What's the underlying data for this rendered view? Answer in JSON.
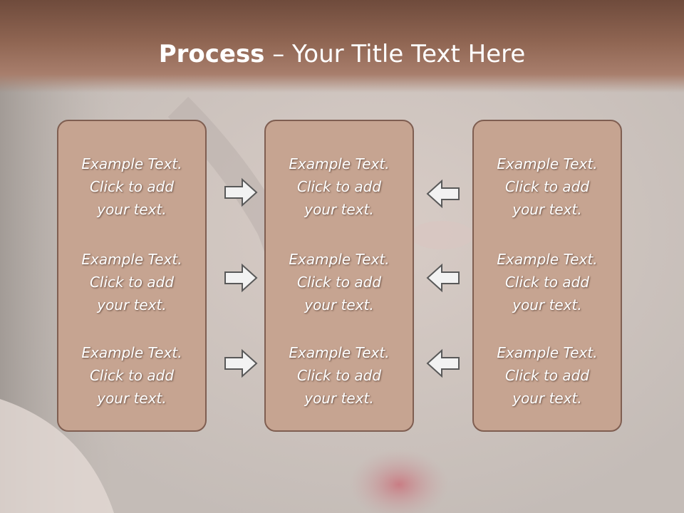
{
  "slide": {
    "title_bold": "Process",
    "title_rest": " – Your Title Text Here",
    "colors": {
      "title_band": "#8f6552",
      "box_fill": "#c6a491",
      "box_border": "#7f5e51",
      "arrow_fill": "#f2f2f2",
      "arrow_stroke": "#595959",
      "text": "#ffffff"
    },
    "columns": [
      {
        "items": [
          {
            "line1": "Example Text.",
            "line2": "Click  to add",
            "line3": "your text."
          },
          {
            "line1": "Example Text.",
            "line2": "Click  to add",
            "line3": "your text."
          },
          {
            "line1": "Example Text.",
            "line2": "Click  to add",
            "line3": "your text."
          }
        ]
      },
      {
        "items": [
          {
            "line1": "Example Text.",
            "line2": "Click  to add",
            "line3": "your text."
          },
          {
            "line1": "Example Text.",
            "line2": "Click  to add",
            "line3": "your text."
          },
          {
            "line1": "Example Text.",
            "line2": "Click  to add",
            "line3": "your text."
          }
        ]
      },
      {
        "items": [
          {
            "line1": "Example Text.",
            "line2": "Click  to add",
            "line3": "your text."
          },
          {
            "line1": "Example Text.",
            "line2": "Click  to add",
            "line3": "your text."
          },
          {
            "line1": "Example Text.",
            "line2": "Click  to add",
            "line3": "your text."
          }
        ]
      }
    ],
    "arrows": [
      {
        "icon": "arrow-right-icon",
        "direction": "right"
      },
      {
        "icon": "arrow-right-icon",
        "direction": "right"
      },
      {
        "icon": "arrow-right-icon",
        "direction": "right"
      },
      {
        "icon": "arrow-left-icon",
        "direction": "left"
      },
      {
        "icon": "arrow-left-icon",
        "direction": "left"
      },
      {
        "icon": "arrow-left-icon",
        "direction": "left"
      }
    ]
  }
}
